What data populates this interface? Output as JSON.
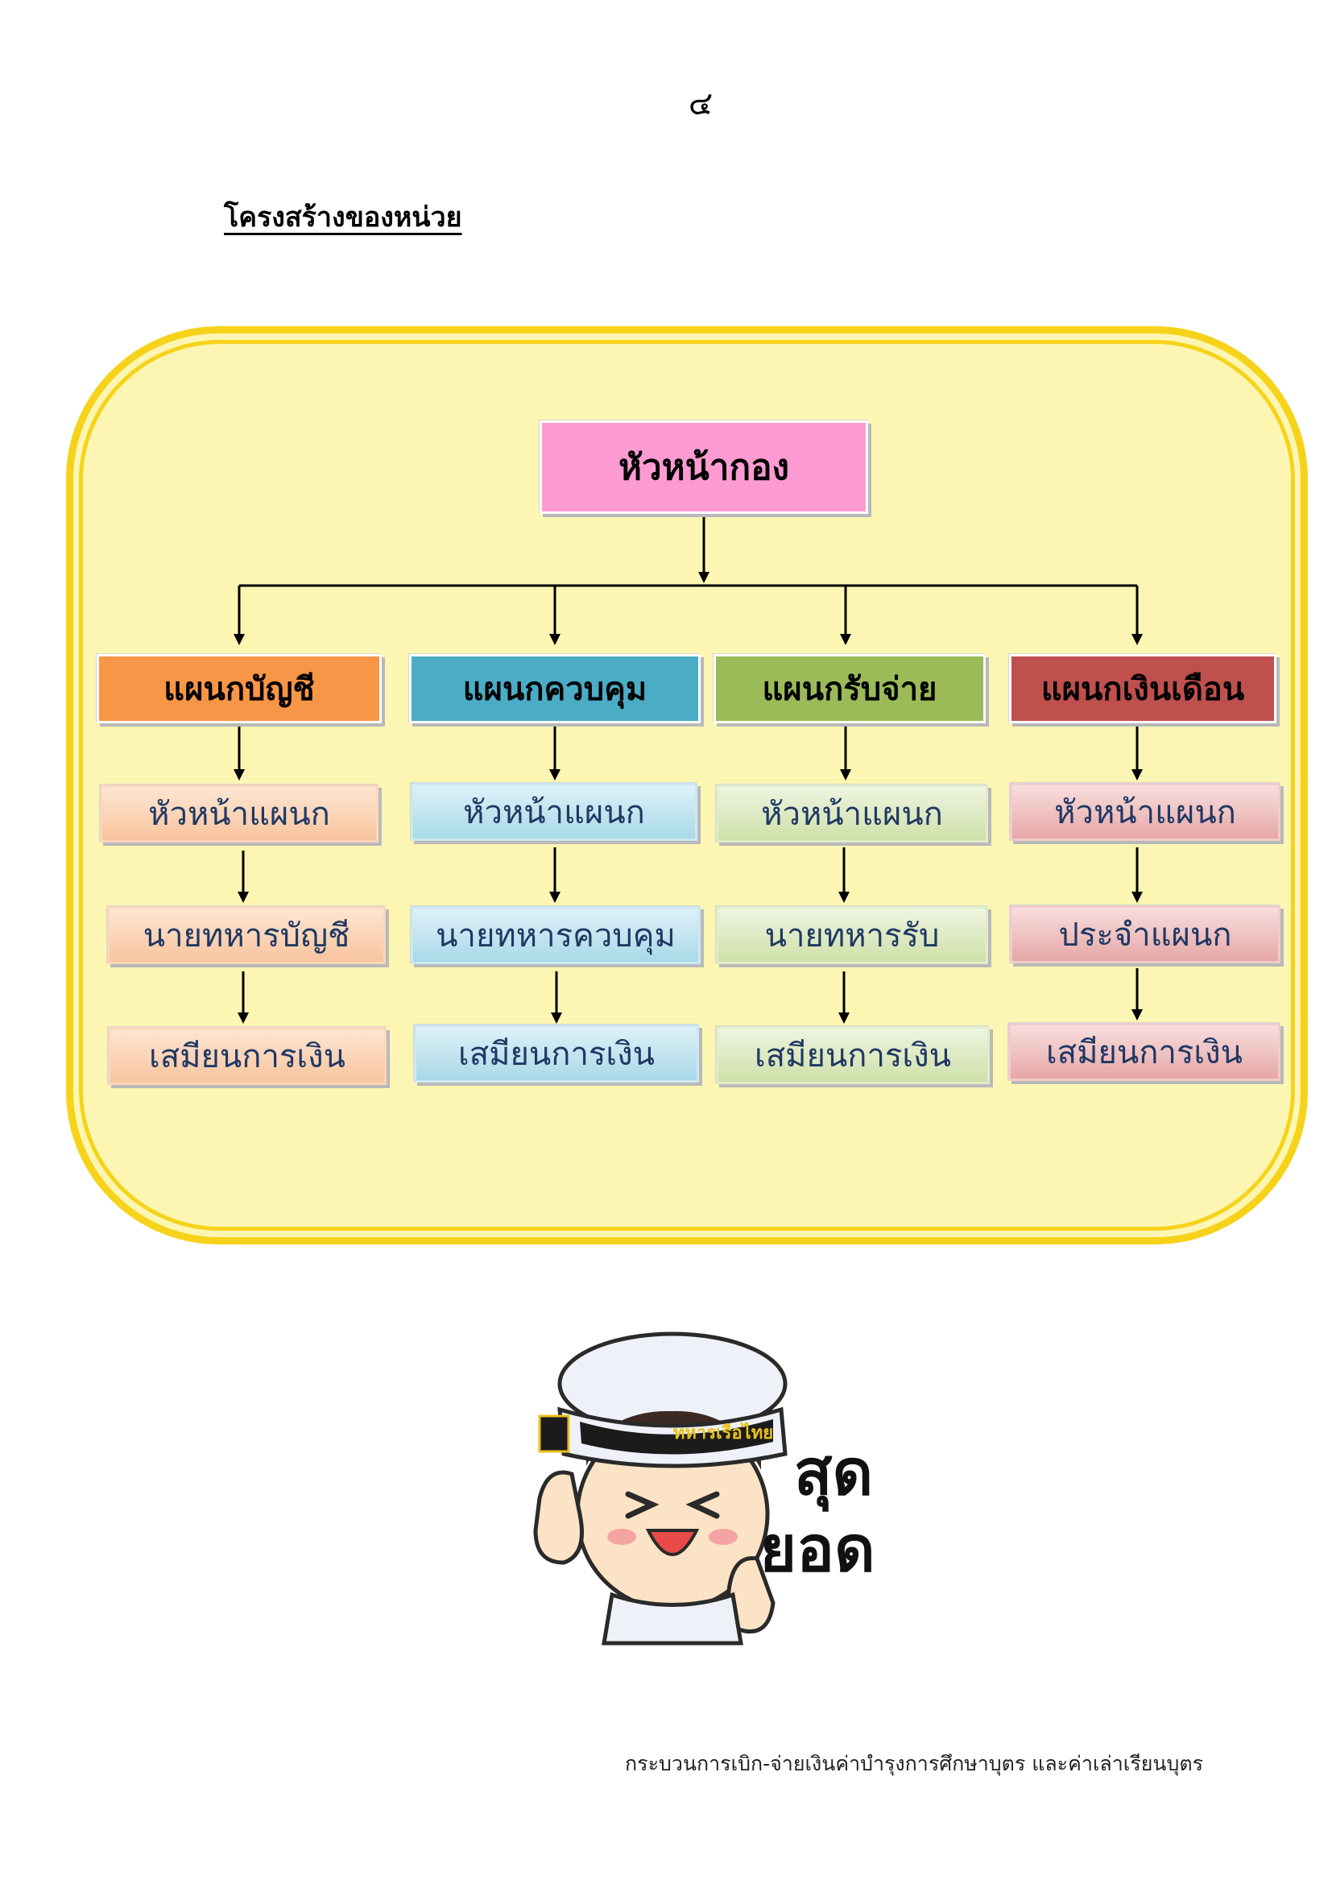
{
  "page_number": "๔",
  "section_title": "โครงสร้างของหน่วย",
  "org_chart": {
    "head": "หัวหน้ากอง",
    "departments": [
      {
        "name": "แผนกบัญชี",
        "roles": [
          "หัวหน้าแผนก",
          "นายทหารบัญชี",
          "เสมียนการเงิน"
        ]
      },
      {
        "name": "แผนกควบคุม",
        "roles": [
          "หัวหน้าแผนก",
          "นายทหารควบคุม",
          "เสมียนการเงิน"
        ]
      },
      {
        "name": "แผนกรับจ่าย",
        "roles": [
          "หัวหน้าแผนก",
          "นายทหารรับ",
          "เสมียนการเงิน"
        ]
      },
      {
        "name": "แผนกเงินเดือน",
        "roles": [
          "หัวหน้าแผนก",
          "ประจำแผนก",
          "เสมียนการเงิน"
        ]
      }
    ]
  },
  "mascot": {
    "cap_band_text": "ทหารเรือไทย",
    "caption_line1": "สุด",
    "caption_line2": "ยอด"
  },
  "colors": {
    "frame": "#f6d31a",
    "frame_fill": "#fdf6b3",
    "head_box": "#fb9bd2",
    "dept_accounting": "#f79646",
    "dept_control": "#4bacc6",
    "dept_disbursement": "#9bbb59",
    "dept_payroll": "#c0504d"
  },
  "footer_text": "กระบวนการเบิก-จ่ายเงินค่าบำรุงการศึกษาบุตร และค่าเล่าเรียนบุตร"
}
